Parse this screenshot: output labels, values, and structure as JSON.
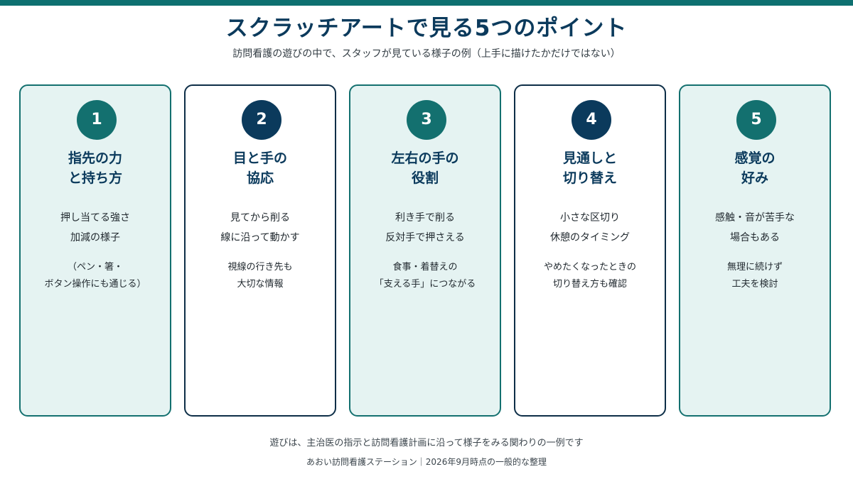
{
  "colors": {
    "accent_teal": "#13706f",
    "accent_navy": "#0b3a5c",
    "top_bar": "#0e7070",
    "teal_card_fill": "#e5f3f2",
    "navy_card_fill": "#ffffff"
  },
  "header": {
    "title": "スクラッチアートで見る5つのポイント",
    "subtitle": "訪問看護の遊びの中で、スタッフが見ている様子の例（上手に描けたかだけではない）"
  },
  "cards": [
    {
      "number": "1",
      "style": "teal",
      "heading": [
        "指先の力",
        "と持ち方"
      ],
      "body": [
        "押し当てる強さ",
        "加減の様子"
      ],
      "note": [
        "（ペン・箸・",
        "ボタン操作にも通じる）"
      ]
    },
    {
      "number": "2",
      "style": "navy",
      "heading": [
        "目と手の",
        "協応"
      ],
      "body": [
        "見てから削る",
        "線に沿って動かす"
      ],
      "note": [
        "視線の行き先も",
        "大切な情報"
      ]
    },
    {
      "number": "3",
      "style": "teal",
      "heading": [
        "左右の手の",
        "役割"
      ],
      "body": [
        "利き手で削る",
        "反対手で押さえる"
      ],
      "note": [
        "食事・着替えの",
        "「支える手」につながる"
      ]
    },
    {
      "number": "4",
      "style": "navy",
      "heading": [
        "見通しと",
        "切り替え"
      ],
      "body": [
        "小さな区切り",
        "休憩のタイミング"
      ],
      "note": [
        "やめたくなったときの",
        "切り替え方も確認"
      ]
    },
    {
      "number": "5",
      "style": "teal",
      "heading": [
        "感覚の",
        "好み"
      ],
      "body": [
        "感触・音が苦手な",
        "場合もある"
      ],
      "note": [
        "無理に続けず",
        "工夫を検討"
      ]
    }
  ],
  "footer": {
    "line1": "遊びは、主治医の指示と訪問看護計画に沿って様子をみる関わりの一例です",
    "line2": "あおい訪問看護ステーション｜2026年9月時点の一般的な整理"
  }
}
